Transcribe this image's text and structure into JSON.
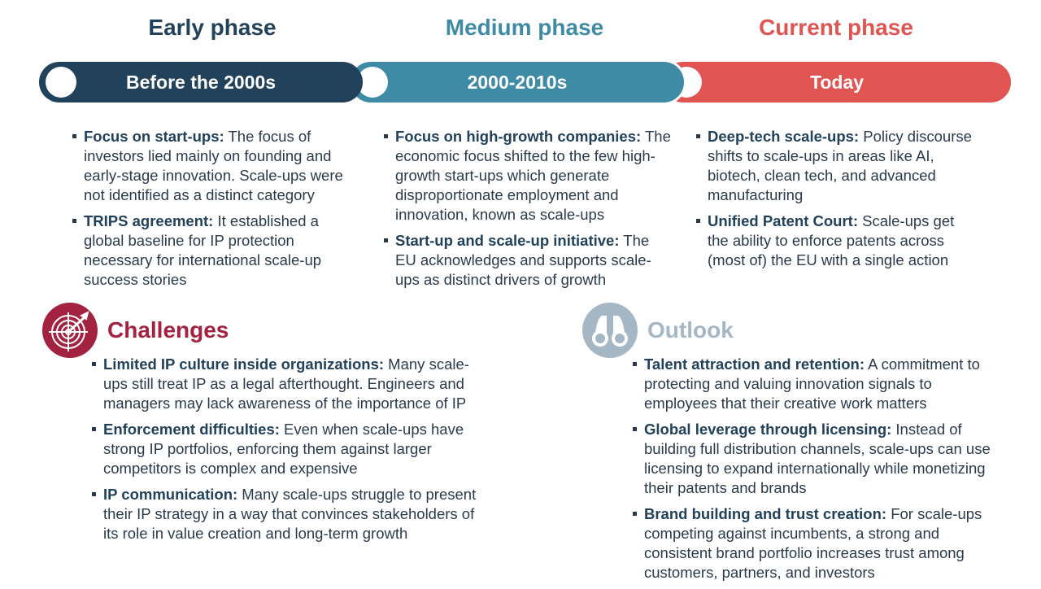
{
  "phases": [
    {
      "title": "Early phase",
      "bar_label": "Before the 2000s",
      "color": "#22415a",
      "items": [
        {
          "label": "Focus on start-ups:",
          "text": " The focus of investors lied mainly on founding and early-stage innovation. Scale-ups were not identified as a distinct category"
        },
        {
          "label": "TRIPS agreement:",
          "text": " It established a global baseline for IP protection necessary for international scale-up success stories"
        }
      ]
    },
    {
      "title": "Medium phase",
      "bar_label": "2000-2010s",
      "color": "#3f8aa4",
      "items": [
        {
          "label": "Focus on high-growth companies:",
          "text": " The economic focus shifted to the few high-growth start-ups which generate disproportionate employment and innovation, known as scale-ups"
        },
        {
          "label": "Start-up and scale-up initiative:",
          "text": " The EU acknowledges and supports scale-ups as distinct drivers of growth"
        }
      ]
    },
    {
      "title": "Current phase",
      "bar_label": "Today",
      "color": "#e05452",
      "items": [
        {
          "label": "Deep-tech scale-ups:",
          "text": " Policy discourse shifts to scale-ups in areas like AI, biotech, clean tech, and advanced manufacturing"
        },
        {
          "label": "Unified Patent Court:",
          "text": " Scale-ups get the ability to enforce patents across (most of) the EU with a single action"
        }
      ]
    }
  ],
  "challenges": {
    "title": "Challenges",
    "color": "#a3223f",
    "items": [
      {
        "label": "Limited IP culture inside organizations:",
        "text": " Many scale-ups still treat IP as a legal afterthought. Engineers and managers may lack awareness of the importance of IP"
      },
      {
        "label": "Enforcement difficulties:",
        "text": " Even when scale-ups have strong IP portfolios, enforcing them against larger competitors is complex and expensive"
      },
      {
        "label": "IP communication:",
        "text": " Many scale-ups struggle to present their IP strategy in a way that convinces stakeholders of its role in value creation and long-term growth"
      }
    ]
  },
  "outlook": {
    "title": "Outlook",
    "color": "#a5b6c4",
    "items": [
      {
        "label": "Talent attraction and retention:",
        "text": " A commitment to protecting and valuing innovation signals to employees that their creative work matters"
      },
      {
        "label": "Global leverage through licensing:",
        "text": " Instead of building full distribution channels, scale-ups can use licensing to expand internationally while monetizing their patents and brands"
      },
      {
        "label": "Brand building and trust creation:",
        "text": " For scale-ups competing against incumbents, a strong and consistent brand portfolio increases trust among customers, partners, and investors"
      }
    ]
  }
}
